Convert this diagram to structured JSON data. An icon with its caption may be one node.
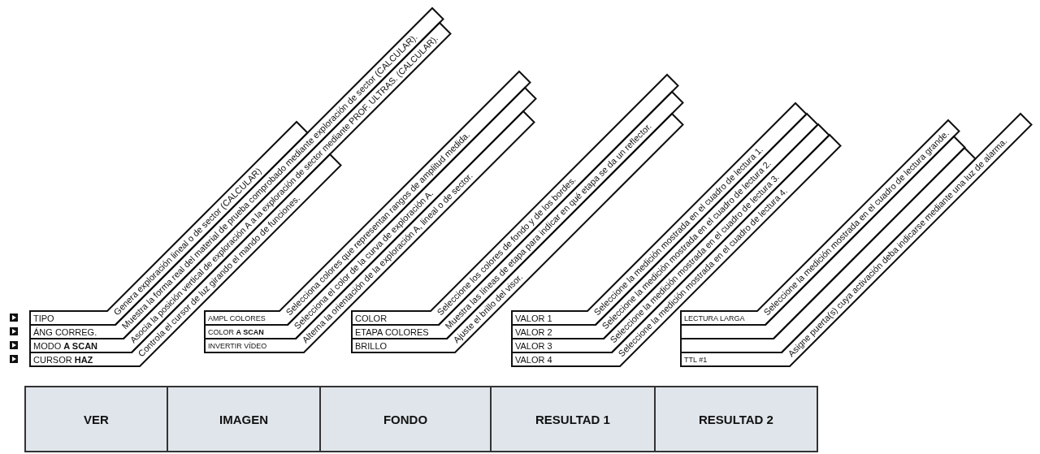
{
  "diagram": {
    "nodes": [
      {
        "text": [
          "TIPO",
          "Genera exploración lineal o de sector (CALCULAR)"
        ]
      },
      {
        "text": [
          "ÁNG CORREG.",
          "Muestra la forma real del material de prueba comprobado mediante exploración de sector (CALCULAR)."
        ]
      },
      {
        "text": [
          "MODO **A SCAN**",
          "Asocia la posición vertical de exploración A a la exploración de sector mediante PROF. ULTRAS. (CALCULAR)."
        ]
      },
      {
        "text": [
          "CURSOR **HAZ**",
          "Controla el cursor de luz girando el mando de funciones."
        ]
      },
      {
        "text": [
          "AMPL COLORES",
          "Selecciona colores que representan rangos de amplitud medida."
        ]
      },
      {
        "text": [
          "COLOR **A SCAN**",
          "Selecciona el color de la curva de exploración A."
        ]
      },
      {
        "text": [
          "INVERTIR VÍDEO",
          "Alterna la orientación de la exploración A, lineal o de sector."
        ]
      },
      {
        "text": [
          "COLOR",
          "Seleccione los colores de fondo y de los bordes."
        ]
      },
      {
        "text": [
          "ETAPA COLORES",
          "Muestra las líneas de etapa para indicar en qué etapa se da un reflector."
        ]
      },
      {
        "text": [
          "BRILLO",
          "Ajuste el brillo del visor."
        ]
      },
      {
        "text": [
          "VALOR 1",
          "Seleccione la medición mostrada en el cuadro de lectura 1."
        ]
      },
      {
        "text": [
          "VALOR 2",
          "Seleccione la medición mostrada en el cuadro de lectura 2."
        ]
      },
      {
        "text": [
          "VALOR 3",
          "Seleccione la medición mostrada en el cuadro de lectura 3."
        ]
      },
      {
        "text": [
          "VALOR 4",
          "Seleccione la medición mostrada en el cuadro de lectura 4."
        ]
      },
      {
        "text": [
          "LECTURA LARGA",
          "Seleccione la medición mostrada en el cuadro de lectura grande."
        ]
      },
      {
        "text": [],
        "shape": "box"
      },
      {
        "text": [],
        "shape": "box"
      },
      {
        "text": [
          "TTL #1",
          "Asigne puerta(s) cuya activación deba indicarse mediante una luz de alarma."
        ]
      },
      {
        "text": [
          "VER"
        ]
      },
      {
        "text": [
          "IMAGEN"
        ]
      },
      {
        "text": [
          "FONDO"
        ]
      },
      {
        "text": [
          "RESULTAD 1"
        ]
      },
      {
        "text": [
          "RESULTAD 2"
        ]
      }
    ],
    "edges": []
  }
}
